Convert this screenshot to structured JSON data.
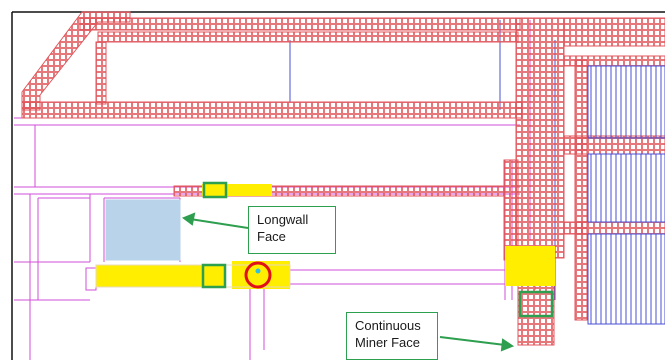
{
  "labels": {
    "longwall_line1": "Longwall",
    "longwall_line2": "Face",
    "miner_line1": "Continuous",
    "miner_line2": "Miner Face"
  },
  "colors": {
    "entry_grid": "#e0565b",
    "outline": "#d24fd9",
    "gob_lines": "#4a4fd6",
    "face_fill": "#b9d3ea",
    "highlight_yellow": "#ffee00",
    "marker_green": "#2e9e4f",
    "marker_red": "#e0101a"
  }
}
